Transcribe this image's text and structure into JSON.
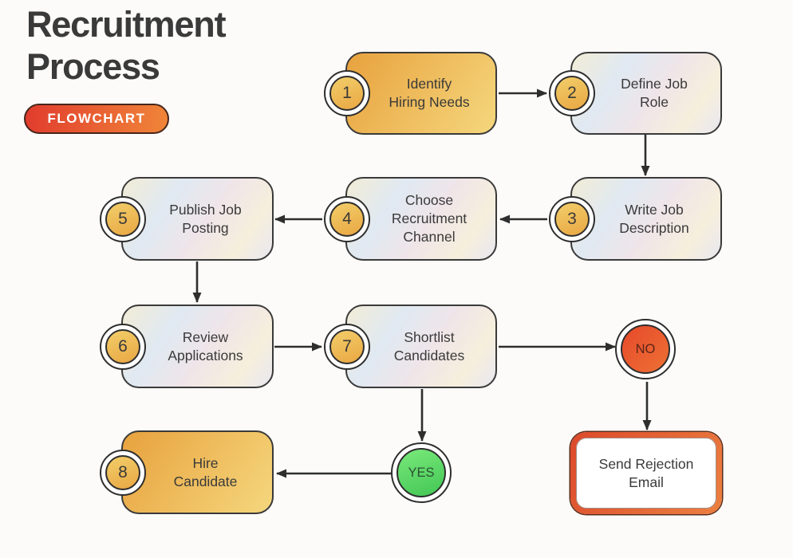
{
  "title": {
    "line1": "Recruitment",
    "line2": "Process"
  },
  "badge": {
    "label": "FLOWCHART"
  },
  "steps": [
    {
      "num": "1",
      "label": "Identify\nHiring Needs",
      "style": "orange"
    },
    {
      "num": "2",
      "label": "Define Job\nRole",
      "style": "pastel"
    },
    {
      "num": "3",
      "label": "Write Job\nDescription",
      "style": "pastel"
    },
    {
      "num": "4",
      "label": "Choose\nRecruitment\nChannel",
      "style": "pastel"
    },
    {
      "num": "5",
      "label": "Publish Job\nPosting",
      "style": "pastel"
    },
    {
      "num": "6",
      "label": "Review\nApplications",
      "style": "pastel"
    },
    {
      "num": "7",
      "label": "Shortlist\nCandidates",
      "style": "pastel"
    },
    {
      "num": "8",
      "label": "Hire\nCandidate",
      "style": "orange"
    }
  ],
  "decisions": {
    "no": "NO",
    "yes": "YES"
  },
  "terminal": {
    "label": "Send Rejection\nEmail"
  },
  "connections": [
    {
      "from": "step-1",
      "to": "step-2"
    },
    {
      "from": "step-2",
      "to": "step-3"
    },
    {
      "from": "step-3",
      "to": "step-4"
    },
    {
      "from": "step-4",
      "to": "step-5"
    },
    {
      "from": "step-5",
      "to": "step-6"
    },
    {
      "from": "step-6",
      "to": "step-7"
    },
    {
      "from": "step-7",
      "to": "decision-no"
    },
    {
      "from": "decision-no",
      "to": "send-rejection-email"
    },
    {
      "from": "step-7",
      "to": "decision-yes"
    },
    {
      "from": "decision-yes",
      "to": "step-8"
    }
  ],
  "colors": {
    "background": "#fcfbf9",
    "text": "#3a3a3a",
    "stroke": "#2e2e2e",
    "accent_gradient": [
      "#e13b2d",
      "#f08639"
    ],
    "orange_box_gradient": [
      "#e8a23e",
      "#f5d77d"
    ],
    "pastel_box_gradient": [
      "#f2ecd6",
      "#e0e9f2",
      "#efe5e9",
      "#f6efdc",
      "#e9e7f0"
    ],
    "number_badge_gradient": [
      "#f2ce6a",
      "#e9a743"
    ],
    "no_gradient": [
      "#e6492b",
      "#ee7134"
    ],
    "yes_gradient": [
      "#74e677",
      "#45c857"
    ],
    "reject_border_gradient": [
      "#dc4a2c",
      "#ec8040"
    ]
  }
}
